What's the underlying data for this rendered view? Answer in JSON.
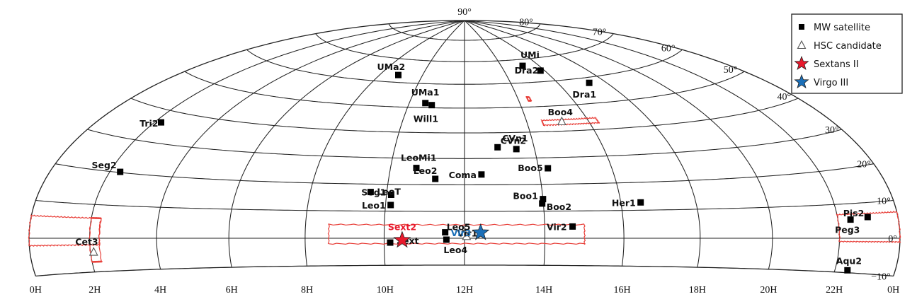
{
  "chart_data": {
    "type": "scatter",
    "projection": "aitoff-like, upper hemisphere, RA 0H-24H, Dec -10 to 90",
    "xlim": [
      0,
      24
    ],
    "ylim": [
      -10,
      90
    ],
    "ra_tick_labels": [
      "0H",
      "22H",
      "20H",
      "18H",
      "16H",
      "14H",
      "12H",
      "10H",
      "8H",
      "6H",
      "4H",
      "2H",
      "0H"
    ],
    "dec_tick_labels": [
      {
        "dec": 90,
        "label": "90°"
      },
      {
        "dec": 80,
        "label": "80°"
      },
      {
        "dec": 70,
        "label": "70°"
      },
      {
        "dec": 60,
        "label": "60°"
      },
      {
        "dec": 50,
        "label": "50°"
      },
      {
        "dec": 40,
        "label": "40°"
      },
      {
        "dec": 30,
        "label": "30°"
      },
      {
        "dec": 20,
        "label": "20°"
      },
      {
        "dec": 10,
        "label": "10°"
      },
      {
        "dec": 0,
        "label": "0°"
      },
      {
        "dec": -10,
        "label": "−10°"
      }
    ],
    "legend": {
      "placement": "top-right",
      "entries": [
        {
          "key": "mw",
          "label": "MW satellite",
          "marker": "square",
          "color": "#000000"
        },
        {
          "key": "hsc",
          "label": "HSC candidate",
          "marker": "triangle-open",
          "color": "#555555"
        },
        {
          "key": "sext",
          "label": "Sextans II",
          "marker": "star",
          "color": "#e8192c"
        },
        {
          "key": "vir",
          "label": "Virgo III",
          "marker": "star",
          "color": "#1b6fb8"
        }
      ]
    },
    "series": [
      {
        "name": "MW satellite",
        "marker": "square",
        "color": "#000000",
        "points": [
          {
            "label": "UMi",
            "ra": 15.15,
            "dec": 67.2
          },
          {
            "label": "Dra2",
            "ra": 15.8,
            "dec": 64.6
          },
          {
            "label": "Dra1",
            "ra": 17.3,
            "dec": 57.9
          },
          {
            "label": "UMa2",
            "ra": 8.86,
            "dec": 63.1
          },
          {
            "label": "UMa1",
            "ra": 10.58,
            "dec": 51.9
          },
          {
            "label": "Will1",
            "ra": 10.83,
            "dec": 51.1
          },
          {
            "label": "Tri2",
            "ra": 2.22,
            "dec": 36.2
          },
          {
            "label": "Boo5",
            "ra": 14.25,
            "dec": 26.0
          },
          {
            "label": "CVn1",
            "ra": 13.48,
            "dec": 33.5
          },
          {
            "label": "CVn2",
            "ra": 12.95,
            "dec": 34.3
          },
          {
            "label": "LeoMi1",
            "ra": 10.7,
            "dec": 26.3
          },
          {
            "label": "Seg2",
            "ra": 2.33,
            "dec": 20.2
          },
          {
            "label": "Coma",
            "ra": 12.45,
            "dec": 23.9
          },
          {
            "label": "Leo2",
            "ra": 11.23,
            "dec": 22.2
          },
          {
            "label": "Her1",
            "ra": 16.52,
            "dec": 12.8
          },
          {
            "label": "Seg1",
            "ra": 10.12,
            "dec": 16.1
          },
          {
            "label": "LeoT",
            "ra": 9.58,
            "dec": 17.05
          },
          {
            "label": "Leo1",
            "ra": 10.13,
            "dec": 12.3
          },
          {
            "label": "Boo1",
            "ra": 14.0,
            "dec": 14.5
          },
          {
            "label": "Boo2",
            "ra": 13.97,
            "dec": 12.85
          },
          {
            "label": "Pis2",
            "ra": 22.97,
            "dec": 5.95
          },
          {
            "label": "Peg3",
            "ra": 22.4,
            "dec": 5.4
          },
          {
            "label": "Vir2",
            "ra": 14.7,
            "dec": 4.3
          },
          {
            "label": "Leo5",
            "ra": 11.52,
            "dec": 2.22
          },
          {
            "label": "Leo4",
            "ra": 11.55,
            "dec": -0.53
          },
          {
            "label": "Sext",
            "ra": 10.15,
            "dec": -1.6
          },
          {
            "label": "Aqu2",
            "ra": 22.4,
            "dec": -9.3
          }
        ]
      },
      {
        "name": "HSC candidate",
        "marker": "triangle-open",
        "color": "#555555",
        "points": [
          {
            "label": "Boo4",
            "ra": 15.13,
            "dec": 43.7
          },
          {
            "label": "Vir1",
            "ra": 12.05,
            "dec": 0.7
          },
          {
            "label": "Cet3",
            "ra": 2.1,
            "dec": -4.1
          }
        ]
      },
      {
        "name": "Sextans II",
        "marker": "star",
        "color": "#e8192c",
        "points": [
          {
            "label": "Sext2",
            "ra": 10.45,
            "dec": -0.7
          }
        ]
      },
      {
        "name": "Virgo III",
        "marker": "star",
        "color": "#1b6fb8",
        "points": [
          {
            "label": "Vir3",
            "ra": 12.4,
            "dec": 2.1
          }
        ]
      }
    ],
    "survey_footprints": {
      "description": "HSC-SSP survey coverage outlines",
      "color": "#e8403a",
      "regions": [
        {
          "name": "equatorial-spring",
          "ra": [
            8.6,
            15.0
          ],
          "dec": [
            -2.0,
            5.0
          ]
        },
        {
          "name": "equatorial-autumn-a",
          "ra": [
            22.0,
            24.0
          ],
          "dec": [
            -1.0,
            7.0
          ]
        },
        {
          "name": "equatorial-autumn-b",
          "ra": [
            0.0,
            2.3
          ],
          "dec": [
            -2.0,
            6.0
          ]
        },
        {
          "name": "cetus-extension",
          "ra": [
            2.0,
            2.3
          ],
          "dec": [
            -7.0,
            6.0
          ]
        },
        {
          "name": "north-strip",
          "ra": [
            14.5,
            16.3
          ],
          "dec": [
            42.5,
            44.5
          ]
        },
        {
          "name": "north-small",
          "ra": [
            14.35,
            14.45
          ],
          "dec": [
            52.5,
            54.0
          ]
        }
      ]
    }
  }
}
